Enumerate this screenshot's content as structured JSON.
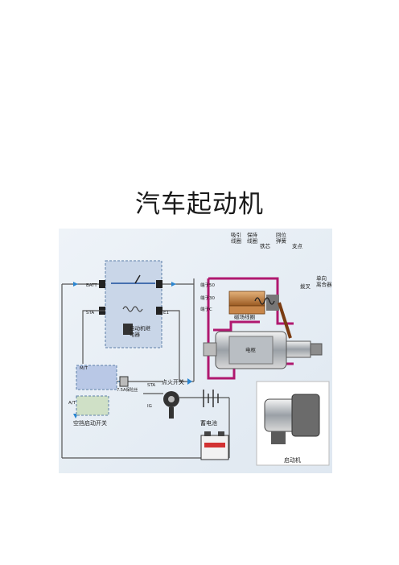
{
  "page": {
    "title": "汽车起动机"
  },
  "diagram": {
    "labels": {
      "pull_coil": "吸引\n线圈",
      "hold_coil": "保持\n线圈",
      "core": "铁芯",
      "return_spring": "回位\n弹簧",
      "pivot": "支点",
      "fork": "拨叉",
      "one_way_clutch": "单向\n离合器",
      "terminal_50": "端子50",
      "terminal_30": "端子30",
      "terminal_c": "端子C",
      "field_coil": "磁场线圈",
      "armature": "电枢",
      "relay": "启动机继\n电器",
      "batt": "BATT",
      "sta": "STA",
      "e1": "E1",
      "sta2": "STA",
      "ig": "IG",
      "fuse": "7.5A保险丝",
      "ignition_switch": "点火开关",
      "battery": "蓄电池",
      "neutral_switch": "空挡启动开关",
      "mt": "M/T",
      "at": "A/T",
      "starter": "启动机"
    }
  }
}
